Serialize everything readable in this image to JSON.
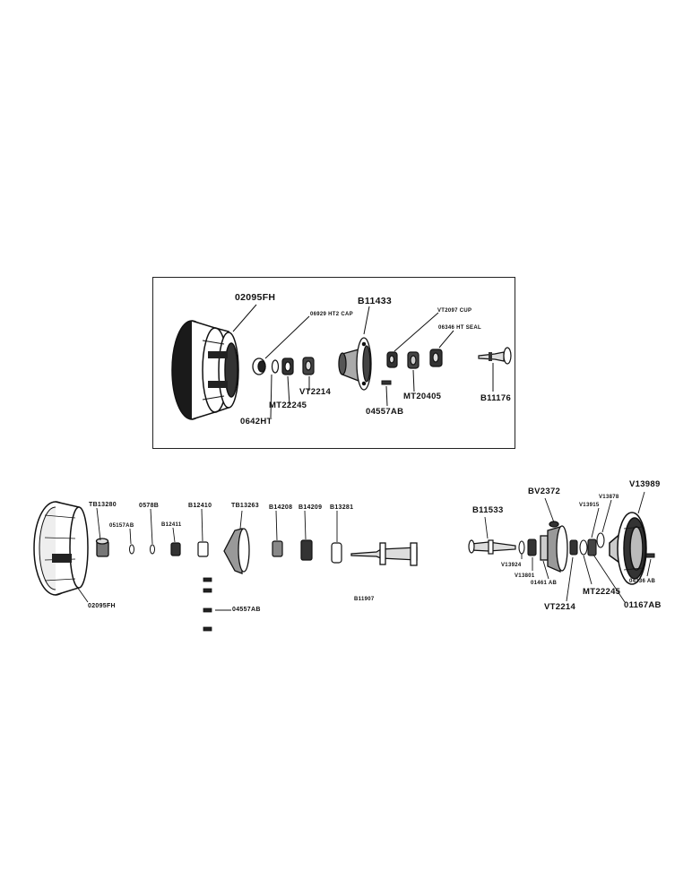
{
  "panel_top": {
    "labels": {
      "wheel": "02095FH",
      "cap": "06929 HT2  CAP",
      "hub": "B11433",
      "cup": "VT2097  CUP",
      "seal": "06346 HT  SEAL",
      "vt2214": "VT2214",
      "mt22245": "MT22245",
      "ht0642": "0642HT",
      "mt20405": "MT20405",
      "bolt": "04557AB",
      "spindle": "B11176"
    }
  },
  "assembly_left": {
    "labels": {
      "tb13280": "TB13280",
      "ab05157": "05157AB",
      "n0578b": "0578B",
      "b12411": "B12411",
      "b12410": "B12410",
      "tb13263": "TB13263",
      "b14208": "B14208",
      "b14209": "B14209",
      "b13281": "B13281",
      "wheel": "02095FH",
      "bolt": "04557AB",
      "axle": "B11907"
    }
  },
  "assembly_right": {
    "labels": {
      "bv2372": "BV2372",
      "v13989": "V13989",
      "b11533": "B11533",
      "v13878": "V13878",
      "v13915": "V13915",
      "v13924": "V13924",
      "v13801": "V13801",
      "ab01461": "01461 AB",
      "ab04336": "04336 AB",
      "mt22245": "MT22245",
      "vt2214": "VT2214",
      "ab01167": "01167AB"
    }
  }
}
